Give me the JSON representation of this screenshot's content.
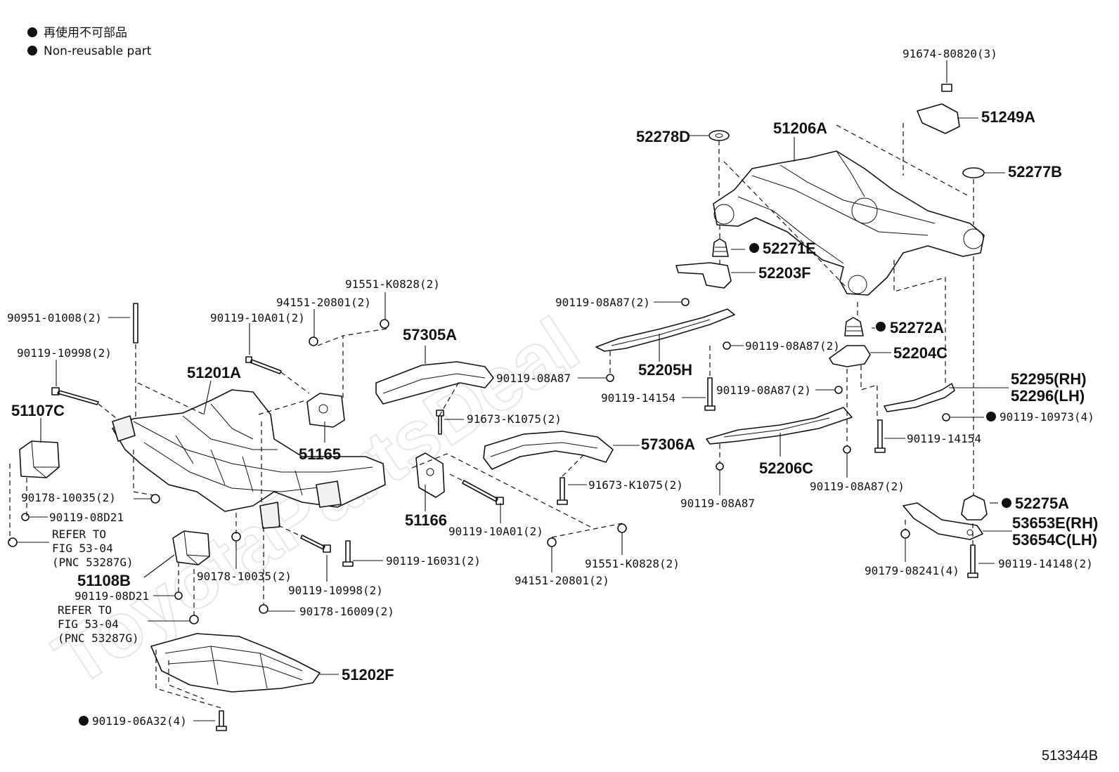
{
  "legend": {
    "line1": "再使用不可部品",
    "line2": "Non-reusable part"
  },
  "watermark": "ToyotaPartsDeal",
  "figure_id": "513344B",
  "labels": {
    "p91674": "91674-80820(3)",
    "p51249A": "51249A",
    "p52278D": "52278D",
    "p51206A": "51206A",
    "p52277B": "52277B",
    "p52271E": "52271E",
    "p52203F": "52203F",
    "p91551_top": "91551-K0828(2)",
    "p94151_top": "94151-20801(2)",
    "p90119_10A01_top": "90119-10A01(2)",
    "p90951": "90951-01008(2)",
    "p90119_10998_top": "90119-10998(2)",
    "p57305A": "57305A",
    "p51201A": "51201A",
    "p51107C": "51107C",
    "p51165": "51165",
    "p90119_08A87_a": "90119-08A87(2)",
    "p52272A": "52272A",
    "p90119_08A87_b": "90119-08A87(2)",
    "p52204C": "52204C",
    "p52205H": "52205H",
    "p90119_08A87_c": "90119-08A87",
    "p90119_14154_a": "90119-14154",
    "p90119_08A87_d": "90119-08A87(2)",
    "p52295": "52295(RH)",
    "p52296": "52296(LH)",
    "p90119_10973": "90119-10973(4)",
    "p91673_a": "91673-K1075(2)",
    "p57306A": "57306A",
    "p90119_14154_b": "90119-14154",
    "p52206C": "52206C",
    "p90178_10035_a": "90178-10035(2)",
    "p90119_08D21_a": "90119-08D21",
    "p91673_b": "91673-K1075(2)",
    "p90119_08A87_e": "90119-08A87",
    "p90119_08A87_f": "90119-08A87(2)",
    "p52275A": "52275A",
    "p53653E": "53653E(RH)",
    "p53654C": "53654C(LH)",
    "refer1_line1": "REFER TO",
    "refer1_line2": "FIG 53-04",
    "refer1_line3": "(PNC 53287G)",
    "p51166": "51166",
    "p90119_10A01_bot": "90119-10A01(2)",
    "p90119_16031": "90119-16031(2)",
    "p91551_bot": "91551-K0828(2)",
    "p94151_bot": "94151-20801(2)",
    "p90179": "90179-08241(4)",
    "p90119_14148": "90119-14148(2)",
    "p51108B": "51108B",
    "p90178_10035_b": "90178-10035(2)",
    "p90119_10998_bot": "90119-10998(2)",
    "p90119_08D21_b": "90119-08D21",
    "p90178_16009": "90178-16009(2)",
    "refer2_line1": "REFER TO",
    "refer2_line2": "FIG 53-04",
    "refer2_line3": "(PNC 53287G)",
    "p51202F": "51202F",
    "p90119_06A32": "90119-06A32(4)"
  }
}
